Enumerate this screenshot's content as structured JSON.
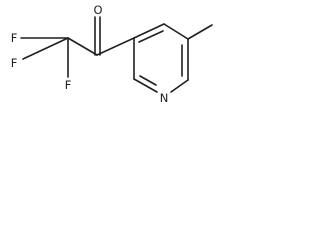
{
  "molecule": {
    "atoms": {
      "oxygen": "O",
      "fluorine_1": "F",
      "fluorine_2": "F",
      "fluorine_3": "F",
      "nitrogen": "N"
    }
  }
}
